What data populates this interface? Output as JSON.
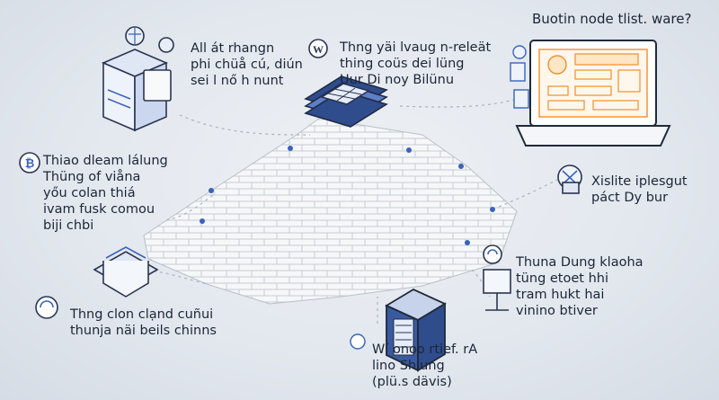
{
  "colors": {
    "ink": "#2a3550",
    "accent": "#3a63b8",
    "orange": "#f0902c",
    "wall": "#f5f6f8"
  },
  "labels": {
    "top_left": "All át rhangn\nphi chüå cú, diún\nsei l nő h nunt",
    "top_center": "Thng yäi lvaug n-releät\nthing coüs dei lüng\nUur Di noy Bilünu",
    "top_right": "Buotin node tlist. ware?",
    "mid_left": "Thiao dleam lálung\nThüng of viåna\nyőu colan thiá\nivam fusk comou\nbiji chbi",
    "mid_right": "Xislite iplesgut\npáct Dy bur",
    "bottom_left": "Thng clon clạnd cuñui\nthunja näi beils chinns",
    "right_lower": "Thuna Dung klaoha\ntüng etoet hhi\ntram hukt hai\nvinino btiver",
    "bottom_center": "Wí onoo rtief. rA\nlino Shiung\n(plü.s dävis)"
  },
  "icons": {
    "top_left": "server-desk-icon",
    "top_center": "circuit-board-icon",
    "top_right": "laptop-icon",
    "mid_left": "bitcoin-badge-icon",
    "mid_right": "network-node-icon",
    "bottom_left": "open-box-icon",
    "right_lower": "monitor-stand-icon",
    "bottom_center": "server-rack-icon"
  }
}
